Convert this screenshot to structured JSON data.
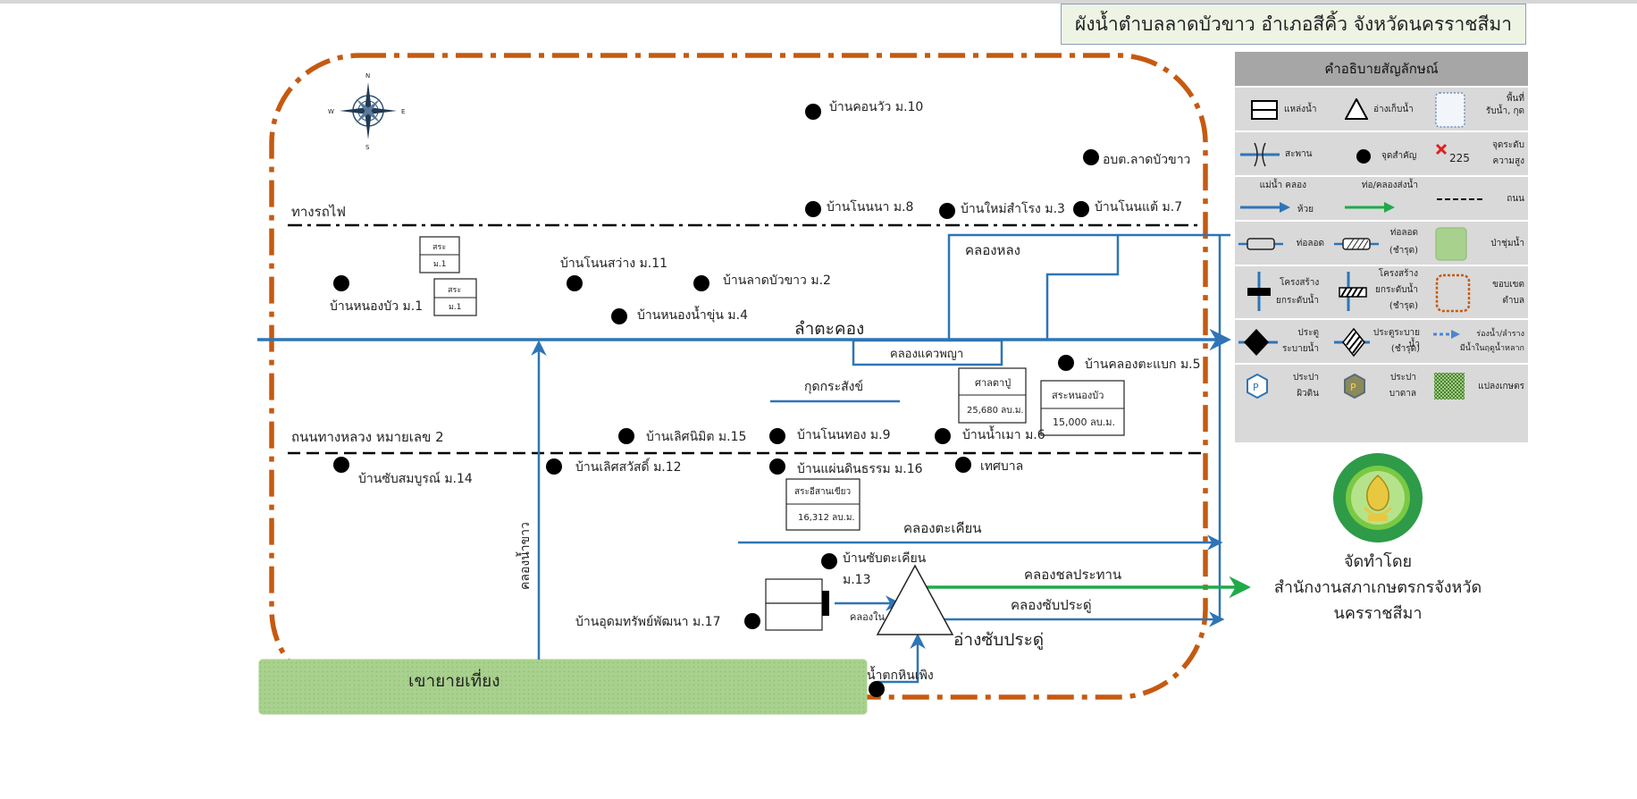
{
  "title": "ผังน้ำตำบลลาดบัวขาว อำเภอสีคิ้ว จังหวัดนครราชสีมา",
  "legend": {
    "header": "คำอธิบายสัญลักษณ์",
    "items": [
      {
        "icon": "water-body-icon",
        "label": [
          "แหล่งน้ำ"
        ]
      },
      {
        "icon": "reservoir-icon",
        "label": [
          "อ่างเก็บน้ำ"
        ]
      },
      {
        "icon": "catchment-area-icon",
        "label": [
          "พื้นที่",
          "รับน้ำ, กุด"
        ]
      },
      {
        "icon": "bridge-icon",
        "label": [
          "สะพาน"
        ]
      },
      {
        "icon": "key-point-icon",
        "label": [
          "จุดสำคัญ"
        ]
      },
      {
        "icon": "elevation-point-icon",
        "label": [
          "จุดระดับ",
          "ความสูง"
        ],
        "value": "225"
      },
      {
        "icon": "river-arrow-icon",
        "label": [
          "แม่น้ำ คลอง",
          "ห้วย"
        ]
      },
      {
        "icon": "canal-pipe-arrow-icon",
        "label": [
          "ท่อ/คลองส่งน้ำ"
        ]
      },
      {
        "icon": "road-line-icon",
        "label": [
          "ถนน"
        ]
      },
      {
        "icon": "culvert-icon",
        "label": [
          "ท่อลอด"
        ]
      },
      {
        "icon": "damaged-culvert-icon",
        "label": [
          "ท่อลอด",
          "(ชำรุด)"
        ]
      },
      {
        "icon": "wetland-icon",
        "label": [
          "ป่าชุ่มน้ำ"
        ]
      },
      {
        "icon": "flow-structure-icon",
        "label": [
          "โครงสร้าง",
          "ยกระดับน้ำ"
        ]
      },
      {
        "icon": "damaged-flow-structure-icon",
        "label": [
          "โครงสร้าง",
          "ยกระดับน้ำ",
          "(ชำรุด)"
        ]
      },
      {
        "icon": "subdistrict-boundary-icon",
        "label": [
          "ขอบเขต",
          "ตำบล"
        ]
      },
      {
        "icon": "sluice-gate-icon",
        "label": [
          "ประตู",
          "ระบายน้ำ"
        ]
      },
      {
        "icon": "damaged-sluice-gate-icon",
        "label": [
          "ประตูระบายน้ำ",
          "(ชำรุด)"
        ]
      },
      {
        "icon": "flood-path-icon",
        "label": [
          "ร่องน้ำ/ลำราง",
          "มีน้ำในฤดูน้ำหลาก"
        ]
      },
      {
        "icon": "surface-waterworks-icon",
        "label": [
          "ประปา",
          "ผิวดิน"
        ]
      },
      {
        "icon": "groundwater-works-icon",
        "label": [
          "ประปา",
          "บาดาล"
        ]
      },
      {
        "icon": "agriculture-plot-icon",
        "label": [
          "แปลงเกษตร"
        ]
      }
    ]
  },
  "map": {
    "railway_label": "ทางรถไฟ",
    "highway_label": "ถนนทางหลวง หมายเลข 2",
    "mountain_label": "เขายายเที่ยง",
    "villages": [
      {
        "name": "บ้านคอนวัว ม.10"
      },
      {
        "name": "อบต.ลาดบัวขาว"
      },
      {
        "name": "บ้านโนนนา ม.8"
      },
      {
        "name": "บ้านใหม่สำโรง ม.3"
      },
      {
        "name": "บ้านโนนแต้ ม.7"
      },
      {
        "name": "บ้านหนองบัว ม.1"
      },
      {
        "name": "บ้านโนนสว่าง ม.11"
      },
      {
        "name": "บ้านลาดบัวขาว ม.2"
      },
      {
        "name": "บ้านหนองน้ำขุ่น ม.4"
      },
      {
        "name": "บ้านคลองตะแบก ม.5"
      },
      {
        "name": "บ้านเลิศนิมิต ม.15"
      },
      {
        "name": "บ้านโนนทอง ม.9"
      },
      {
        "name": "บ้านน้ำเมา ม.6"
      },
      {
        "name": "บ้านซับสมบูรณ์ ม.14"
      },
      {
        "name": "บ้านเลิศสวัสดิ์ ม.12"
      },
      {
        "name": "บ้านแผ่นดินธรรม ม.16"
      },
      {
        "name": "เทศบาล"
      },
      {
        "name": "บ้านซับตะเคียน"
      },
      {
        "name": "ม.13"
      },
      {
        "name": "บ้านอุดมทรัพย์พัฒนา ม.17"
      },
      {
        "name": "น้ำตกหินเพิง"
      }
    ],
    "waterways": {
      "lam_ta_khong": "ลำตะคอง",
      "khlong_long": "คลองหลง",
      "khlong_khwae_phaya": "คลองแควพญา",
      "kut_kra_sang": "กุดกระสังข์",
      "khlong_ta_khian": "คลองตะเคียน",
      "khlong_chon_prathan": "คลองชลประทาน",
      "khlong_sap_pradu": "คลองซับประดู่",
      "khlong_nam_khao": "คลองน้ำขาว",
      "khlong_nai": "คลองใน"
    },
    "reservoir_label": "อ่างซับประดู่",
    "ponds": [
      {
        "name": "สระ",
        "sub": "ม.1"
      },
      {
        "name": "สระ",
        "sub": "ม.1"
      },
      {
        "name": "ศาลตาปู่",
        "sub": "25,680 ลบ.ม."
      },
      {
        "name": "สระหนองบัว",
        "sub": "15,000 ลบ.ม."
      },
      {
        "name": "สระอีสานเขียว",
        "sub": "16,312 ลบ.ม."
      }
    ],
    "compass": {
      "n": "N",
      "s": "S",
      "e": "E",
      "w": "W"
    }
  },
  "credit": {
    "line1": "จัดทำโดย",
    "line2": "สำนักงานสภาเกษตรกรจังหวัด",
    "line3": "นครราชสีมา"
  },
  "colors": {
    "river": "#2e75b6",
    "canal_green": "#1faa4a",
    "boundary": "#c55a11",
    "mountain": "#a9d18e",
    "legend_bg": "#d9d9d9",
    "legend_header": "#a6a6a6",
    "title_bg": "#eef4e4"
  }
}
